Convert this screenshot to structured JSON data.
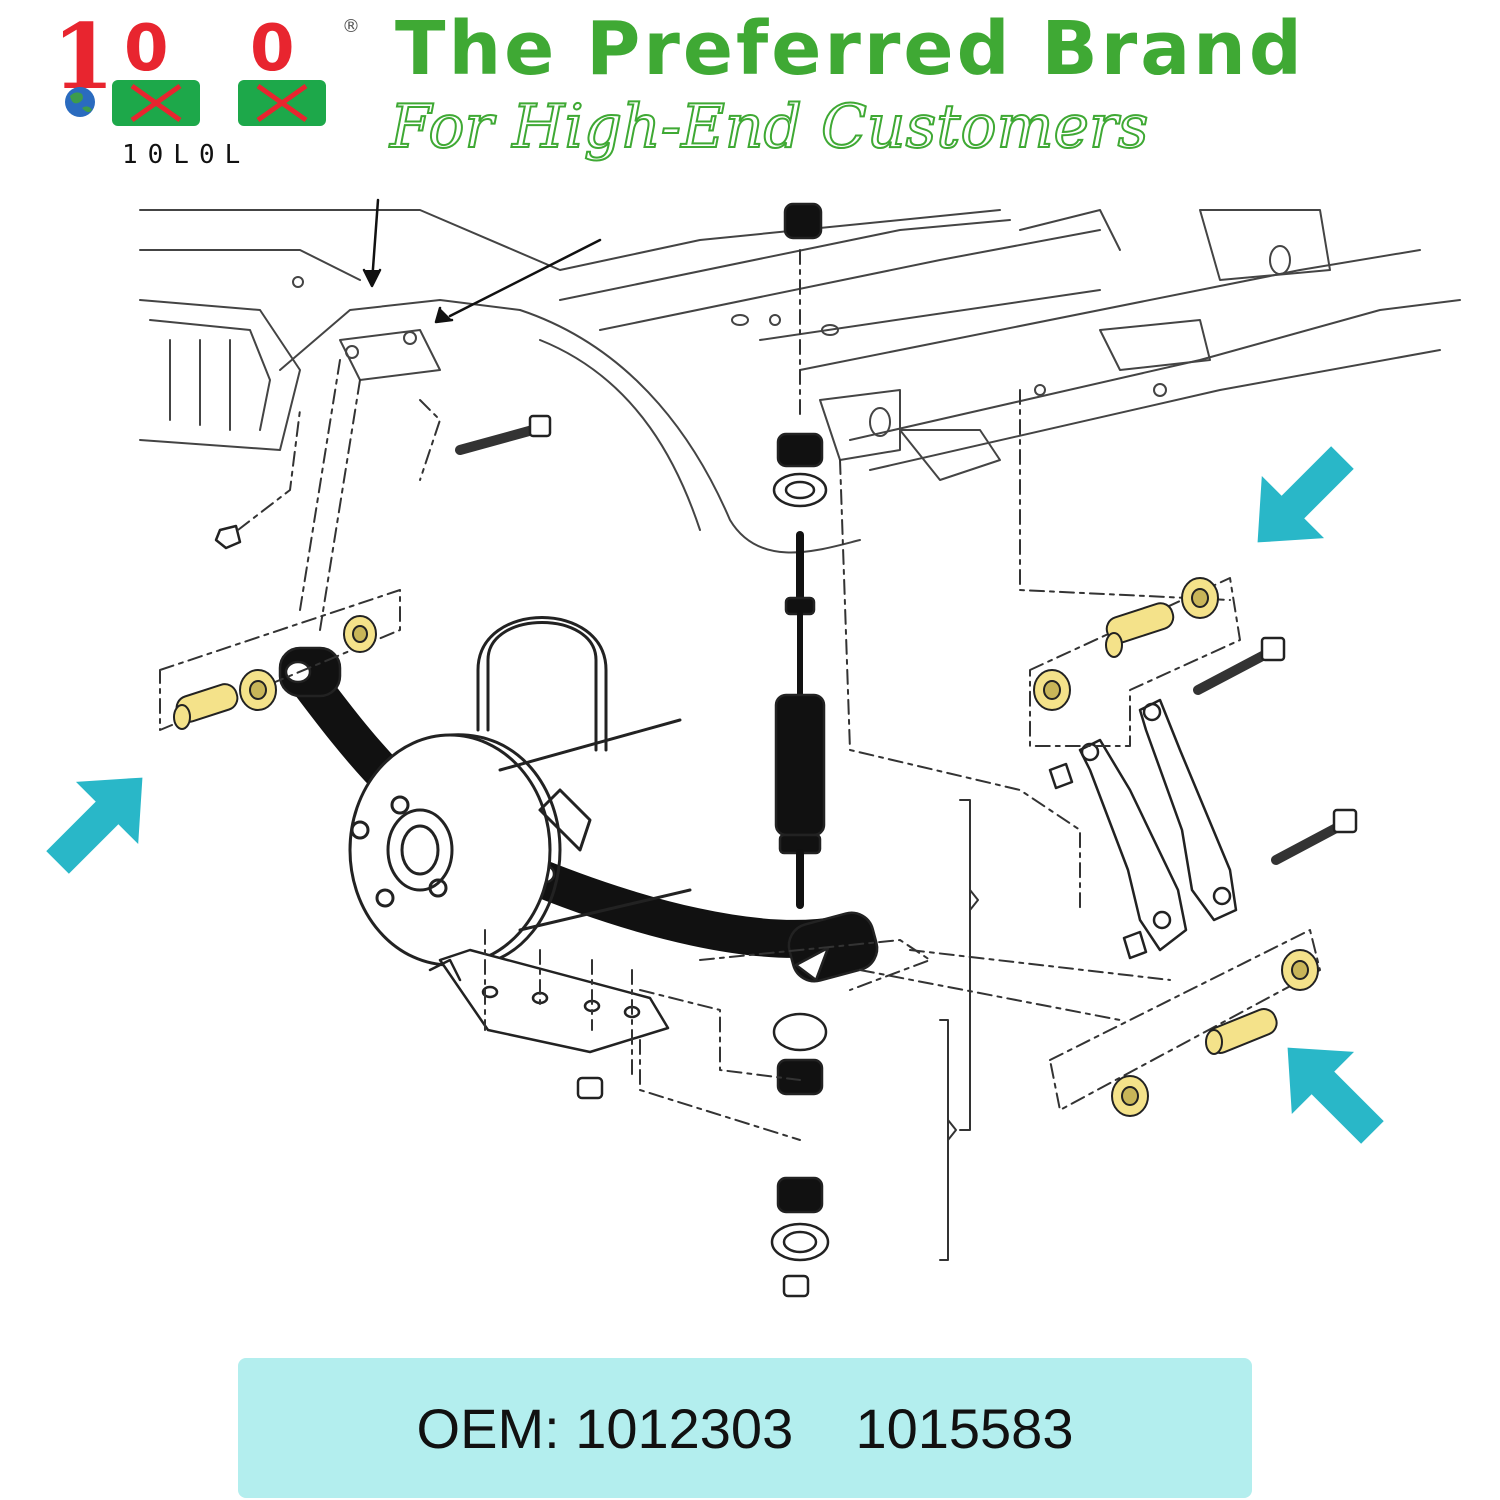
{
  "brand": {
    "wordmark": "10L0L",
    "registered_mark": "®",
    "logo_glyphs": [
      "1",
      "0",
      "L",
      "0",
      "L"
    ],
    "headline": "The Preferred Brand",
    "tagline": "For High-End Customers"
  },
  "oem": {
    "label": "OEM: 1012303    1015583"
  },
  "colors": {
    "headline_green": "#3fa934",
    "logo_red": "#e8252f",
    "logo_green": "#1da84a",
    "highlight_yellow": "#f4e28a",
    "arrow_cyan": "#29b7c8",
    "oem_box_bg": "#b3eeee"
  },
  "diagram": {
    "subject": "leaf-spring-rear-suspension-exploded-view",
    "highlighted_parts": "bushings-and-sleeves"
  }
}
